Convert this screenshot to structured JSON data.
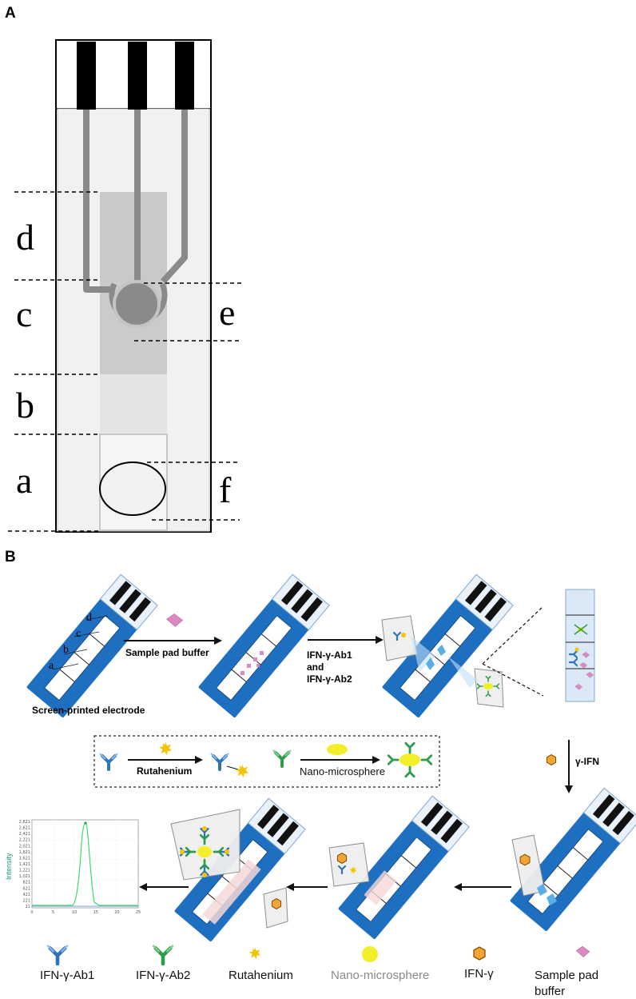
{
  "panel_a": {
    "label": "A",
    "zones": {
      "a": "a",
      "b": "b",
      "c": "c",
      "d": "d",
      "e": "e",
      "f": "f"
    }
  },
  "panel_b": {
    "label": "B",
    "strip_letters": {
      "a": "a",
      "b": "b",
      "c": "c",
      "d": "d"
    },
    "captions": {
      "screen_printed_electrode": "Screen-printed electrode",
      "sample_pad_buffer": "Sample pad buffer",
      "ab1": "IFN-γ-Ab1",
      "and": "and",
      "ab2": "IFN-γ-Ab2",
      "gamma_ifn": "γ-IFN",
      "rutahenium": "Rutahenium",
      "nano_microsphere": "Nano-microsphere"
    },
    "plot": {
      "ylabel": "Intensity",
      "yticks": [
        "2,821",
        "2,621",
        "2,421",
        "2,221",
        "2,021",
        "1,821",
        "1,621",
        "1,421",
        "1,221",
        "1,021",
        "821",
        "621",
        "421",
        "221",
        "21"
      ],
      "xticks": [
        "0",
        "5",
        "10",
        "15",
        "20",
        "25"
      ]
    },
    "legend": [
      {
        "label": "IFN-γ-Ab1",
        "icon": "blue-antibody-icon"
      },
      {
        "label": "IFN-γ-Ab2",
        "icon": "green-antibody-icon"
      },
      {
        "label": "Rutahenium",
        "icon": "yellow-star-icon"
      },
      {
        "label": "Nano-microsphere",
        "icon": "yellow-circle-icon"
      },
      {
        "label": "IFN-γ",
        "icon": "orange-hexagon-icon"
      },
      {
        "label_line1": "Sample pad",
        "label_line2": "buffer",
        "icon": "pink-diamond-icon"
      }
    ]
  },
  "colors": {
    "ab1": "#2f73b8",
    "ab2": "#2e9d4a",
    "rutahenium": "#f2c500",
    "microsphere": "#f3ee2a",
    "ifn": "#f3a533",
    "buffer": "#d98ac0",
    "strip": "#1f6fc0",
    "plot_line": "#3ddc6a"
  }
}
